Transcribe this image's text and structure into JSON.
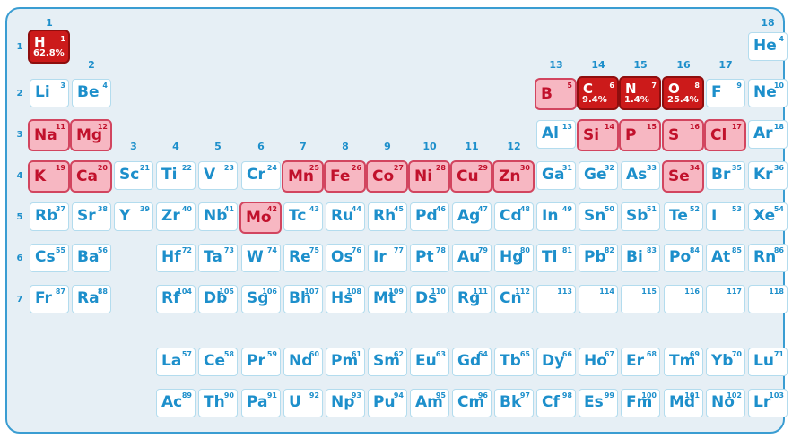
{
  "group_labels": [
    {
      "label": "1",
      "col": 1,
      "row": 0
    },
    {
      "label": "2",
      "col": 2,
      "row": 1
    },
    {
      "label": "3",
      "col": 3,
      "row": 3
    },
    {
      "label": "4",
      "col": 4,
      "row": 3
    },
    {
      "label": "5",
      "col": 5,
      "row": 3
    },
    {
      "label": "6",
      "col": 6,
      "row": 3
    },
    {
      "label": "7",
      "col": 7,
      "row": 3
    },
    {
      "label": "8",
      "col": 8,
      "row": 3
    },
    {
      "label": "9",
      "col": 9,
      "row": 3
    },
    {
      "label": "10",
      "col": 10,
      "row": 3
    },
    {
      "label": "11",
      "col": 11,
      "row": 3
    },
    {
      "label": "12",
      "col": 12,
      "row": 3
    },
    {
      "label": "13",
      "col": 13,
      "row": 1
    },
    {
      "label": "14",
      "col": 14,
      "row": 1
    },
    {
      "label": "15",
      "col": 15,
      "row": 1
    },
    {
      "label": "16",
      "col": 16,
      "row": 1
    },
    {
      "label": "17",
      "col": 17,
      "row": 1
    },
    {
      "label": "18",
      "col": 18,
      "row": 0
    }
  ],
  "period_labels": [
    "1",
    "2",
    "3",
    "4",
    "5",
    "6",
    "7"
  ],
  "elements": [
    {
      "sym": "H",
      "num": "1",
      "col": 1,
      "row": 1,
      "hl": "dark",
      "pct": "62.8%"
    },
    {
      "sym": "He",
      "num": "4",
      "col": 18,
      "row": 1
    },
    {
      "sym": "Li",
      "num": "3",
      "col": 1,
      "row": 2
    },
    {
      "sym": "Be",
      "num": "4",
      "col": 2,
      "row": 2
    },
    {
      "sym": "B",
      "num": "5",
      "col": 13,
      "row": 2,
      "hl": "light"
    },
    {
      "sym": "C",
      "num": "6",
      "col": 14,
      "row": 2,
      "hl": "dark",
      "pct": "9.4%"
    },
    {
      "sym": "N",
      "num": "7",
      "col": 15,
      "row": 2,
      "hl": "dark",
      "pct": "1.4%"
    },
    {
      "sym": "O",
      "num": "8",
      "col": 16,
      "row": 2,
      "hl": "dark",
      "pct": "25.4%"
    },
    {
      "sym": "F",
      "num": "9",
      "col": 17,
      "row": 2
    },
    {
      "sym": "Ne",
      "num": "10",
      "col": 18,
      "row": 2
    },
    {
      "sym": "Na",
      "num": "11",
      "col": 1,
      "row": 3,
      "hl": "light"
    },
    {
      "sym": "Mg",
      "num": "12",
      "col": 2,
      "row": 3,
      "hl": "light"
    },
    {
      "sym": "Al",
      "num": "13",
      "col": 13,
      "row": 3
    },
    {
      "sym": "Si",
      "num": "14",
      "col": 14,
      "row": 3,
      "hl": "light"
    },
    {
      "sym": "P",
      "num": "15",
      "col": 15,
      "row": 3,
      "hl": "light"
    },
    {
      "sym": "S",
      "num": "16",
      "col": 16,
      "row": 3,
      "hl": "light"
    },
    {
      "sym": "Cl",
      "num": "17",
      "col": 17,
      "row": 3,
      "hl": "light"
    },
    {
      "sym": "Ar",
      "num": "18",
      "col": 18,
      "row": 3
    },
    {
      "sym": "K",
      "num": "19",
      "col": 1,
      "row": 4,
      "hl": "light"
    },
    {
      "sym": "Ca",
      "num": "20",
      "col": 2,
      "row": 4,
      "hl": "light"
    },
    {
      "sym": "Sc",
      "num": "21",
      "col": 3,
      "row": 4
    },
    {
      "sym": "Ti",
      "num": "22",
      "col": 4,
      "row": 4
    },
    {
      "sym": "V",
      "num": "23",
      "col": 5,
      "row": 4
    },
    {
      "sym": "Cr",
      "num": "24",
      "col": 6,
      "row": 4
    },
    {
      "sym": "Mn",
      "num": "25",
      "col": 7,
      "row": 4,
      "hl": "light"
    },
    {
      "sym": "Fe",
      "num": "26",
      "col": 8,
      "row": 4,
      "hl": "light"
    },
    {
      "sym": "Co",
      "num": "27",
      "col": 9,
      "row": 4,
      "hl": "light"
    },
    {
      "sym": "Ni",
      "num": "28",
      "col": 10,
      "row": 4,
      "hl": "light"
    },
    {
      "sym": "Cu",
      "num": "29",
      "col": 11,
      "row": 4,
      "hl": "light"
    },
    {
      "sym": "Zn",
      "num": "30",
      "col": 12,
      "row": 4,
      "hl": "light"
    },
    {
      "sym": "Ga",
      "num": "31",
      "col": 13,
      "row": 4
    },
    {
      "sym": "Ge",
      "num": "32",
      "col": 14,
      "row": 4
    },
    {
      "sym": "As",
      "num": "33",
      "col": 15,
      "row": 4
    },
    {
      "sym": "Se",
      "num": "34",
      "col": 16,
      "row": 4,
      "hl": "light"
    },
    {
      "sym": "Br",
      "num": "35",
      "col": 17,
      "row": 4
    },
    {
      "sym": "Kr",
      "num": "36",
      "col": 18,
      "row": 4
    },
    {
      "sym": "Rb",
      "num": "37",
      "col": 1,
      "row": 5
    },
    {
      "sym": "Sr",
      "num": "38",
      "col": 2,
      "row": 5
    },
    {
      "sym": "Y",
      "num": "39",
      "col": 3,
      "row": 5
    },
    {
      "sym": "Zr",
      "num": "40",
      "col": 4,
      "row": 5
    },
    {
      "sym": "Nb",
      "num": "41",
      "col": 5,
      "row": 5
    },
    {
      "sym": "Mo",
      "num": "42",
      "col": 6,
      "row": 5,
      "hl": "light"
    },
    {
      "sym": "Tc",
      "num": "43",
      "col": 7,
      "row": 5
    },
    {
      "sym": "Ru",
      "num": "44",
      "col": 8,
      "row": 5
    },
    {
      "sym": "Rh",
      "num": "45",
      "col": 9,
      "row": 5
    },
    {
      "sym": "Pd",
      "num": "46",
      "col": 10,
      "row": 5
    },
    {
      "sym": "Ag",
      "num": "47",
      "col": 11,
      "row": 5
    },
    {
      "sym": "Cd",
      "num": "48",
      "col": 12,
      "row": 5
    },
    {
      "sym": "In",
      "num": "49",
      "col": 13,
      "row": 5
    },
    {
      "sym": "Sn",
      "num": "50",
      "col": 14,
      "row": 5
    },
    {
      "sym": "Sb",
      "num": "51",
      "col": 15,
      "row": 5
    },
    {
      "sym": "Te",
      "num": "52",
      "col": 16,
      "row": 5
    },
    {
      "sym": "I",
      "num": "53",
      "col": 17,
      "row": 5
    },
    {
      "sym": "Xe",
      "num": "54",
      "col": 18,
      "row": 5
    },
    {
      "sym": "Cs",
      "num": "55",
      "col": 1,
      "row": 6
    },
    {
      "sym": "Ba",
      "num": "56",
      "col": 2,
      "row": 6
    },
    {
      "sym": "Hf",
      "num": "72",
      "col": 4,
      "row": 6
    },
    {
      "sym": "Ta",
      "num": "73",
      "col": 5,
      "row": 6
    },
    {
      "sym": "W",
      "num": "74",
      "col": 6,
      "row": 6
    },
    {
      "sym": "Re",
      "num": "75",
      "col": 7,
      "row": 6
    },
    {
      "sym": "Os",
      "num": "76",
      "col": 8,
      "row": 6
    },
    {
      "sym": "Ir",
      "num": "77",
      "col": 9,
      "row": 6
    },
    {
      "sym": "Pt",
      "num": "78",
      "col": 10,
      "row": 6
    },
    {
      "sym": "Au",
      "num": "79",
      "col": 11,
      "row": 6
    },
    {
      "sym": "Hg",
      "num": "80",
      "col": 12,
      "row": 6
    },
    {
      "sym": "Tl",
      "num": "81",
      "col": 13,
      "row": 6
    },
    {
      "sym": "Pb",
      "num": "82",
      "col": 14,
      "row": 6
    },
    {
      "sym": "Bi",
      "num": "83",
      "col": 15,
      "row": 6
    },
    {
      "sym": "Po",
      "num": "84",
      "col": 16,
      "row": 6
    },
    {
      "sym": "At",
      "num": "85",
      "col": 17,
      "row": 6
    },
    {
      "sym": "Rn",
      "num": "86",
      "col": 18,
      "row": 6
    },
    {
      "sym": "Fr",
      "num": "87",
      "col": 1,
      "row": 7
    },
    {
      "sym": "Ra",
      "num": "88",
      "col": 2,
      "row": 7
    },
    {
      "sym": "Rf",
      "num": "104",
      "col": 4,
      "row": 7
    },
    {
      "sym": "Db",
      "num": "105",
      "col": 5,
      "row": 7
    },
    {
      "sym": "Sg",
      "num": "106",
      "col": 6,
      "row": 7
    },
    {
      "sym": "Bh",
      "num": "107",
      "col": 7,
      "row": 7
    },
    {
      "sym": "Hs",
      "num": "108",
      "col": 8,
      "row": 7
    },
    {
      "sym": "Mt",
      "num": "109",
      "col": 9,
      "row": 7
    },
    {
      "sym": "Ds",
      "num": "110",
      "col": 10,
      "row": 7
    },
    {
      "sym": "Rg",
      "num": "111",
      "col": 11,
      "row": 7
    },
    {
      "sym": "Cn",
      "num": "112",
      "col": 12,
      "row": 7
    },
    {
      "sym": "",
      "num": "113",
      "col": 13,
      "row": 7
    },
    {
      "sym": "",
      "num": "114",
      "col": 14,
      "row": 7
    },
    {
      "sym": "",
      "num": "115",
      "col": 15,
      "row": 7
    },
    {
      "sym": "",
      "num": "116",
      "col": 16,
      "row": 7
    },
    {
      "sym": "",
      "num": "117",
      "col": 17,
      "row": 7
    },
    {
      "sym": "",
      "num": "118",
      "col": 18,
      "row": 7
    },
    {
      "sym": "La",
      "num": "57",
      "col": 4,
      "row": 8
    },
    {
      "sym": "Ce",
      "num": "58",
      "col": 5,
      "row": 8
    },
    {
      "sym": "Pr",
      "num": "59",
      "col": 6,
      "row": 8
    },
    {
      "sym": "Nd",
      "num": "60",
      "col": 7,
      "row": 8
    },
    {
      "sym": "Pm",
      "num": "61",
      "col": 8,
      "row": 8
    },
    {
      "sym": "Sm",
      "num": "62",
      "col": 9,
      "row": 8
    },
    {
      "sym": "Eu",
      "num": "63",
      "col": 10,
      "row": 8
    },
    {
      "sym": "Gd",
      "num": "64",
      "col": 11,
      "row": 8
    },
    {
      "sym": "Tb",
      "num": "65",
      "col": 12,
      "row": 8
    },
    {
      "sym": "Dy",
      "num": "66",
      "col": 13,
      "row": 8
    },
    {
      "sym": "Ho",
      "num": "67",
      "col": 14,
      "row": 8
    },
    {
      "sym": "Er",
      "num": "68",
      "col": 15,
      "row": 8
    },
    {
      "sym": "Tm",
      "num": "69",
      "col": 16,
      "row": 8
    },
    {
      "sym": "Yb",
      "num": "70",
      "col": 17,
      "row": 8
    },
    {
      "sym": "Lu",
      "num": "71",
      "col": 18,
      "row": 8
    },
    {
      "sym": "Ac",
      "num": "89",
      "col": 4,
      "row": 9
    },
    {
      "sym": "Th",
      "num": "90",
      "col": 5,
      "row": 9
    },
    {
      "sym": "Pa",
      "num": "91",
      "col": 6,
      "row": 9
    },
    {
      "sym": "U",
      "num": "92",
      "col": 7,
      "row": 9
    },
    {
      "sym": "Np",
      "num": "93",
      "col": 8,
      "row": 9
    },
    {
      "sym": "Pu",
      "num": "94",
      "col": 9,
      "row": 9
    },
    {
      "sym": "Am",
      "num": "95",
      "col": 10,
      "row": 9
    },
    {
      "sym": "Cm",
      "num": "96",
      "col": 11,
      "row": 9
    },
    {
      "sym": "Bk",
      "num": "97",
      "col": 12,
      "row": 9
    },
    {
      "sym": "Cf",
      "num": "98",
      "col": 13,
      "row": 9
    },
    {
      "sym": "Es",
      "num": "99",
      "col": 14,
      "row": 9
    },
    {
      "sym": "Fm",
      "num": "100",
      "col": 15,
      "row": 9
    },
    {
      "sym": "Md",
      "num": "101",
      "col": 16,
      "row": 9
    },
    {
      "sym": "No",
      "num": "102",
      "col": 17,
      "row": 9
    },
    {
      "sym": "Lr",
      "num": "103",
      "col": 18,
      "row": 9
    }
  ]
}
